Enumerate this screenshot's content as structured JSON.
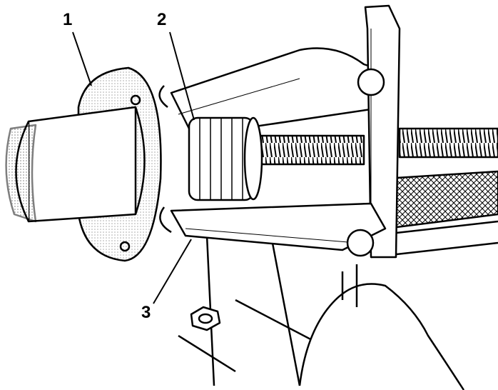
{
  "figure": {
    "callouts": [
      "1",
      "2",
      "3"
    ],
    "ink_color": "#000000",
    "paper_color": "#ffffff"
  }
}
